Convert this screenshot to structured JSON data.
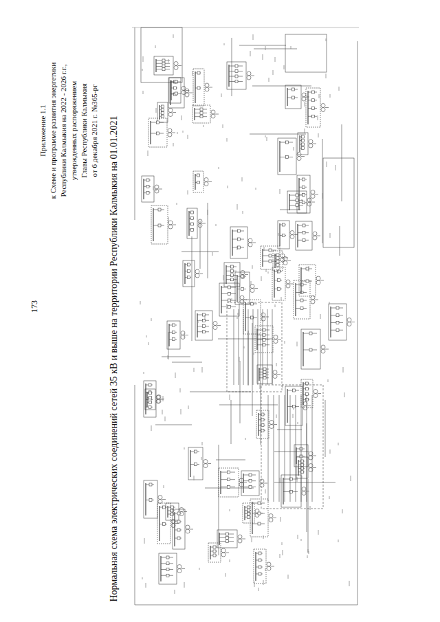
{
  "diagram": {
    "title": "Нормальная схема электрических соединений сетей 35 кВ и выше на территории Республики Калмыкия на 01.01.2021",
    "labels": [
      "173",
      "Приложение 1.1",
      "к Схеме и программе развития энергетики",
      "Республики Калмыкия на 2022 - 2026 г.г.,",
      "утвержденных распоряжением",
      "Главы Республики Калмыкия",
      "от 6 декабря 2021 г. №365-рг"
    ]
  }
}
